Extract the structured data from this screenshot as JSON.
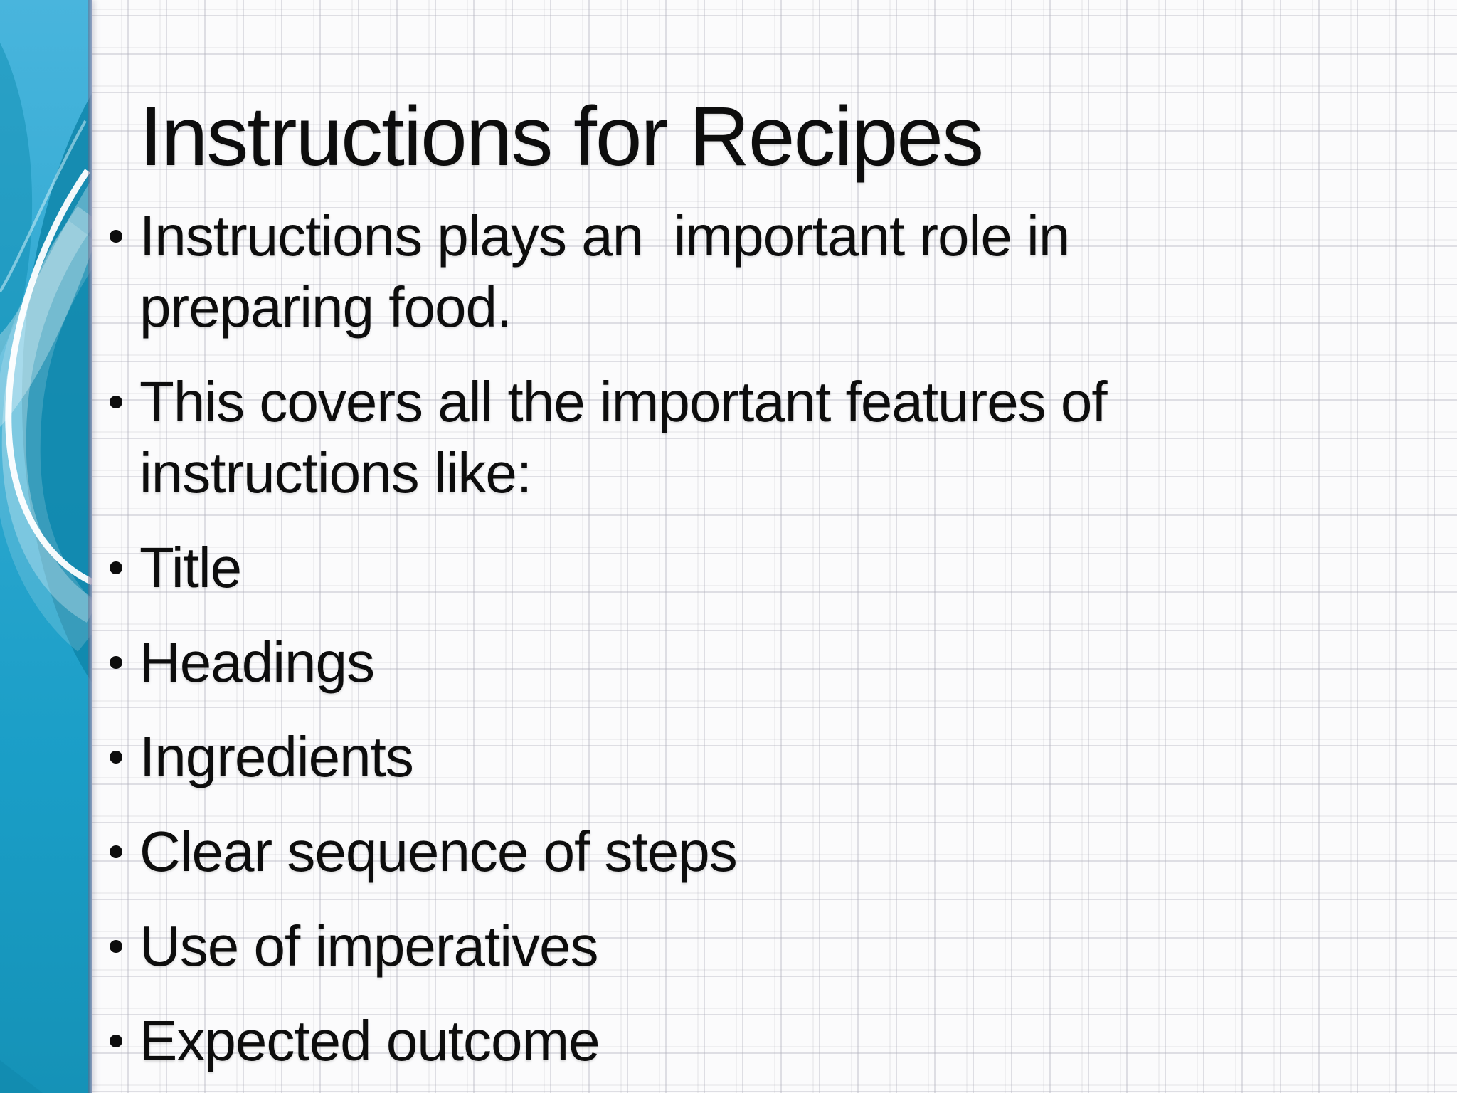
{
  "slide": {
    "title": "Instructions for Recipes",
    "bullets": [
      "Instructions plays an  important role in\npreparing food.",
      "This covers all the important features of\ninstructions like:",
      "Title",
      "Headings",
      "Ingredients",
      "Clear sequence of steps",
      "Use of imperatives",
      "Expected outcome"
    ]
  },
  "theme": {
    "band_light_blue": "#49b5dd",
    "band_teal": "#1a9ec7",
    "band_teal_bottom": "#1592b7",
    "swoosh_dark_teal": "#0f86aa",
    "swoosh_white": "#ffffff",
    "edge_line_lavender": "#a8a1c0",
    "text_color": "#0d0d0d",
    "paper_background": "#fbfbfc",
    "grid_line": "#d9d9df"
  }
}
